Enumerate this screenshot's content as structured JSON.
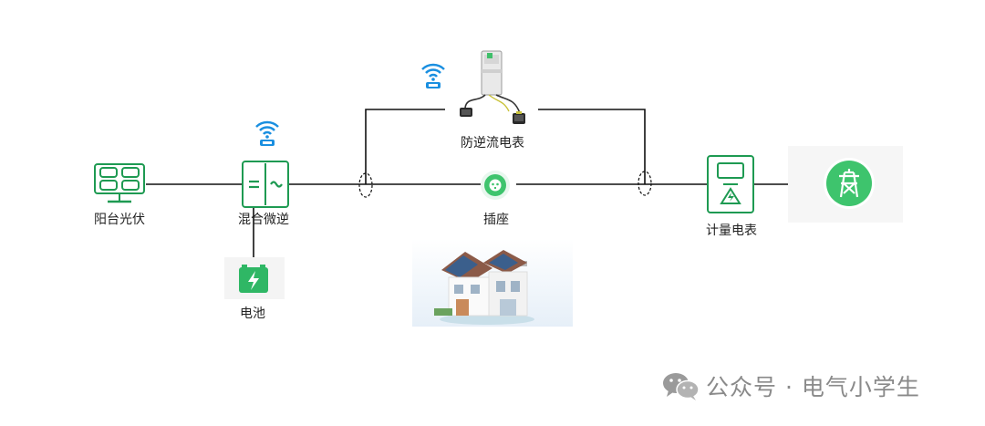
{
  "nodes": {
    "solar": "阳台光伏",
    "inverter": "混合微逆",
    "battery": "电池",
    "meter_anti": "防逆流电表",
    "socket": "插座",
    "meter": "计量电表"
  },
  "watermark": "公众号 · 电气小学生",
  "colors": {
    "accent": "#1e9a52",
    "wifi": "#1a8fe0",
    "line": "#111111",
    "grid_circle": "#3ec46d"
  },
  "icons": [
    "solar-panel-icon",
    "inverter-icon",
    "battery-icon",
    "wifi-icon",
    "socket-icon",
    "meter-icon",
    "grid-tower-icon",
    "house-icon",
    "ct-clamp-icon",
    "wechat-icon"
  ]
}
